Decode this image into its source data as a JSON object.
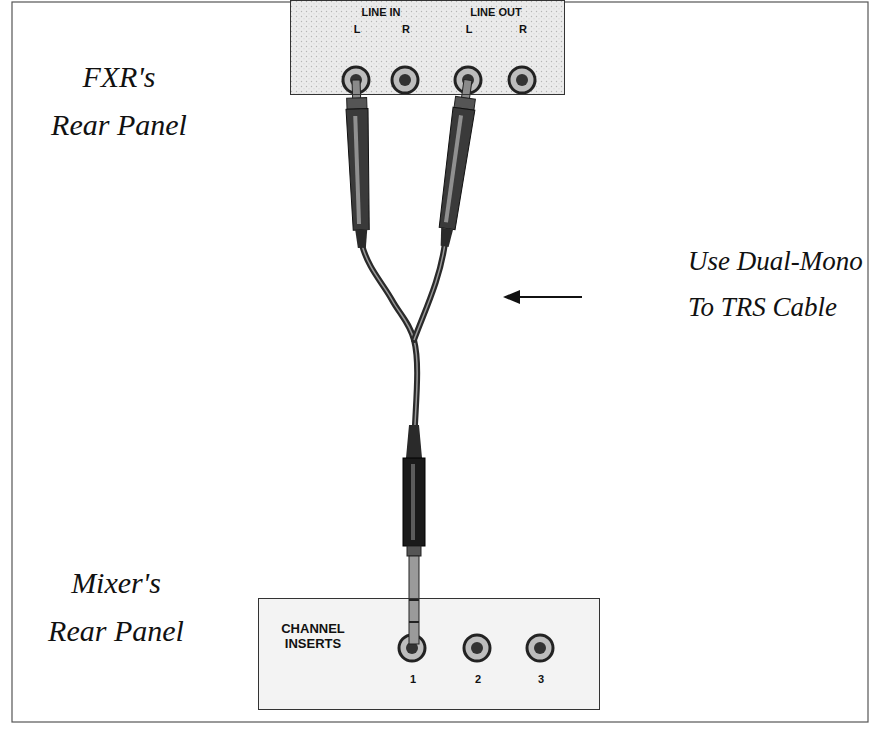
{
  "diagram": {
    "nodes": [
      {
        "text": [
          "FXR's Rear Panel",
          "LINE IN",
          "L",
          "R",
          "LINE OUT",
          "L",
          "R"
        ]
      },
      {
        "text": [
          "Mixer's Rear Panel",
          "CHANNEL INSERTS",
          "1",
          "2",
          "3"
        ]
      }
    ],
    "edges": [
      {
        "from": 0,
        "to": 1,
        "arrow": "none"
      }
    ],
    "labels": [
      "Use Dual-Mono To TRS Cable"
    ]
  }
}
